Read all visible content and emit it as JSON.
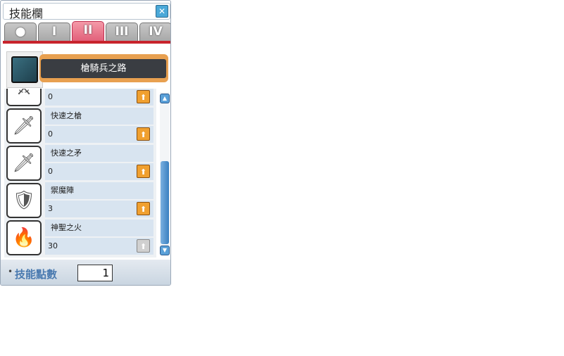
{
  "window": {
    "title": "技能欄",
    "close_icon": "close-icon"
  },
  "tabs": [
    {
      "label": "●"
    },
    {
      "label": "I"
    },
    {
      "label": "II",
      "active": true
    },
    {
      "label": "III"
    },
    {
      "label": "IV"
    }
  ],
  "job": {
    "name": "槍騎兵之路",
    "icon": "book-icon"
  },
  "skills": [
    {
      "name": "",
      "level": "0",
      "icon": "⚔",
      "can_upgrade": true
    },
    {
      "name": "快速之槍",
      "level": "0",
      "icon": "🗡",
      "can_upgrade": true
    },
    {
      "name": "快速之矛",
      "level": "0",
      "icon": "🗡",
      "can_upgrade": true
    },
    {
      "name": "禦魔陣",
      "level": "3",
      "icon": "🛡",
      "can_upgrade": true
    },
    {
      "name": "神聖之火",
      "level": "30",
      "icon": "🔥",
      "can_upgrade": false
    }
  ],
  "footer": {
    "label": "技能點數",
    "points": "1"
  },
  "colors": {
    "accent": "#c8232c",
    "upgrade": "#f0a030",
    "active_tab": "#e2607a"
  }
}
